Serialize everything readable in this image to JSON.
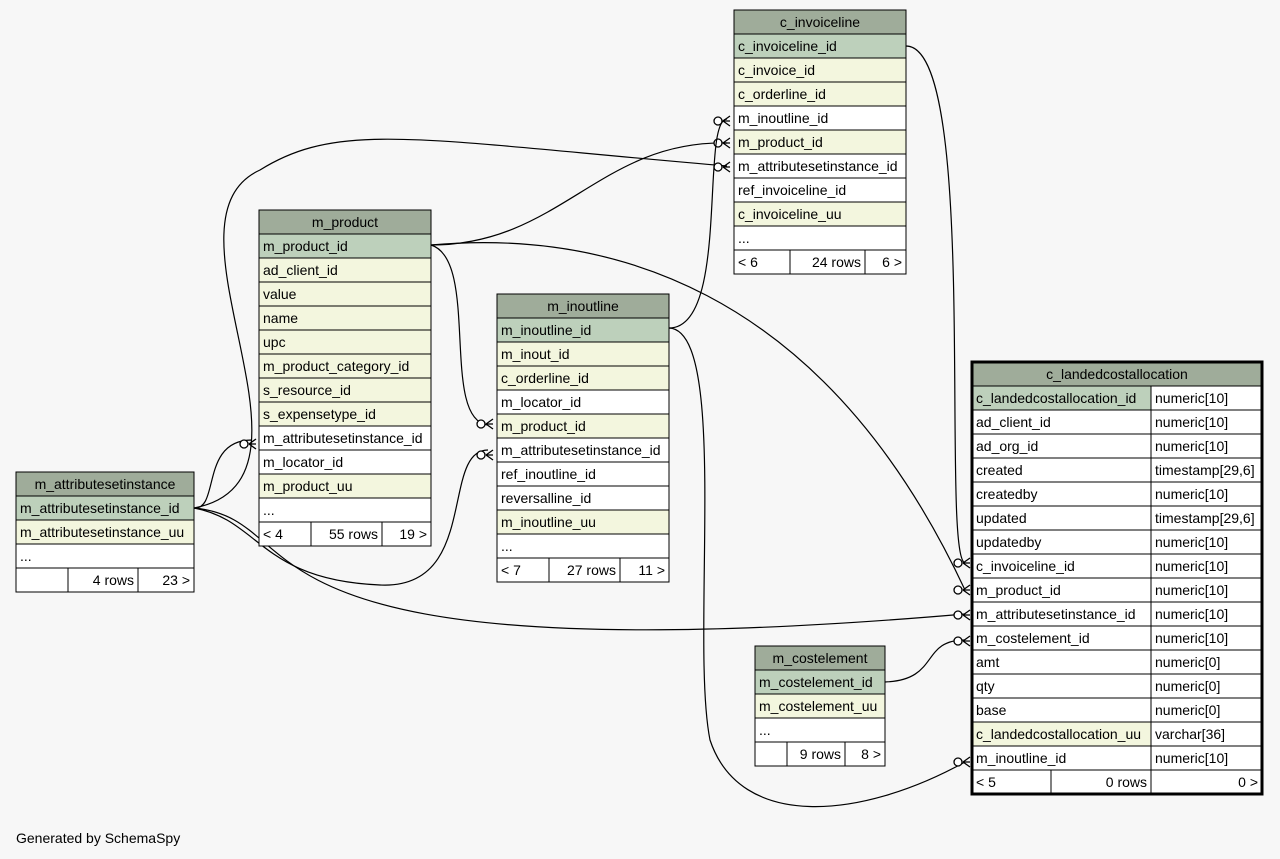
{
  "footer": "Generated by SchemaSpy",
  "colors": {
    "header": "#9fac9a",
    "pk": "#bdd0bb",
    "indexed": "#f3f6de",
    "plain": "#ffffff",
    "border": "#000000",
    "edge": "#000000",
    "background": "#f7f7f7"
  },
  "tables": [
    {
      "key": "c_invoiceline",
      "name": "c_invoiceline",
      "columns": [
        {
          "name": "c_invoiceline_id",
          "kind": "pk"
        },
        {
          "name": "c_invoice_id",
          "kind": "indexed"
        },
        {
          "name": "c_orderline_id",
          "kind": "indexed"
        },
        {
          "name": "m_inoutline_id",
          "kind": "plain"
        },
        {
          "name": "m_product_id",
          "kind": "indexed"
        },
        {
          "name": "m_attributesetinstance_id",
          "kind": "plain"
        },
        {
          "name": "ref_invoiceline_id",
          "kind": "plain"
        },
        {
          "name": "c_invoiceline_uu",
          "kind": "indexed"
        },
        {
          "name": "...",
          "kind": "plain"
        }
      ],
      "footer": {
        "parents": "< 6",
        "rows": "24 rows",
        "children": "6 >"
      }
    },
    {
      "key": "m_product",
      "name": "m_product",
      "columns": [
        {
          "name": "m_product_id",
          "kind": "pk"
        },
        {
          "name": "ad_client_id",
          "kind": "indexed"
        },
        {
          "name": "value",
          "kind": "indexed"
        },
        {
          "name": "name",
          "kind": "indexed"
        },
        {
          "name": "upc",
          "kind": "indexed"
        },
        {
          "name": "m_product_category_id",
          "kind": "indexed"
        },
        {
          "name": "s_resource_id",
          "kind": "indexed"
        },
        {
          "name": "s_expensetype_id",
          "kind": "indexed"
        },
        {
          "name": "m_attributesetinstance_id",
          "kind": "plain"
        },
        {
          "name": "m_locator_id",
          "kind": "plain"
        },
        {
          "name": "m_product_uu",
          "kind": "indexed"
        },
        {
          "name": "...",
          "kind": "plain"
        }
      ],
      "footer": {
        "parents": "< 4",
        "rows": "55 rows",
        "children": "19 >"
      }
    },
    {
      "key": "m_inoutline",
      "name": "m_inoutline",
      "columns": [
        {
          "name": "m_inoutline_id",
          "kind": "pk"
        },
        {
          "name": "m_inout_id",
          "kind": "indexed"
        },
        {
          "name": "c_orderline_id",
          "kind": "indexed"
        },
        {
          "name": "m_locator_id",
          "kind": "plain"
        },
        {
          "name": "m_product_id",
          "kind": "indexed"
        },
        {
          "name": "m_attributesetinstance_id",
          "kind": "plain"
        },
        {
          "name": "ref_inoutline_id",
          "kind": "plain"
        },
        {
          "name": "reversalline_id",
          "kind": "plain"
        },
        {
          "name": "m_inoutline_uu",
          "kind": "indexed"
        },
        {
          "name": "...",
          "kind": "plain"
        }
      ],
      "footer": {
        "parents": "< 7",
        "rows": "27 rows",
        "children": "11 >"
      }
    },
    {
      "key": "m_attributesetinstance",
      "name": "m_attributesetinstance",
      "columns": [
        {
          "name": "m_attributesetinstance_id",
          "kind": "pk"
        },
        {
          "name": "m_attributesetinstance_uu",
          "kind": "indexed"
        },
        {
          "name": "...",
          "kind": "plain"
        }
      ],
      "footer": {
        "parents": "",
        "rows": "4 rows",
        "children": "23 >"
      }
    },
    {
      "key": "m_costelement",
      "name": "m_costelement",
      "columns": [
        {
          "name": "m_costelement_id",
          "kind": "pk"
        },
        {
          "name": "m_costelement_uu",
          "kind": "indexed"
        },
        {
          "name": "...",
          "kind": "plain"
        }
      ],
      "footer": {
        "parents": "",
        "rows": "9 rows",
        "children": "8 >"
      }
    },
    {
      "key": "c_landedcostallocation",
      "name": "c_landedcostallocation",
      "focus": true,
      "columns": [
        {
          "name": "c_landedcostallocation_id",
          "type": "numeric[10]",
          "kind": "pk"
        },
        {
          "name": "ad_client_id",
          "type": "numeric[10]",
          "kind": "plain"
        },
        {
          "name": "ad_org_id",
          "type": "numeric[10]",
          "kind": "plain"
        },
        {
          "name": "created",
          "type": "timestamp[29,6]",
          "kind": "plain"
        },
        {
          "name": "createdby",
          "type": "numeric[10]",
          "kind": "plain"
        },
        {
          "name": "updated",
          "type": "timestamp[29,6]",
          "kind": "plain"
        },
        {
          "name": "updatedby",
          "type": "numeric[10]",
          "kind": "plain"
        },
        {
          "name": "c_invoiceline_id",
          "type": "numeric[10]",
          "kind": "plain"
        },
        {
          "name": "m_product_id",
          "type": "numeric[10]",
          "kind": "plain"
        },
        {
          "name": "m_attributesetinstance_id",
          "type": "numeric[10]",
          "kind": "plain"
        },
        {
          "name": "m_costelement_id",
          "type": "numeric[10]",
          "kind": "plain"
        },
        {
          "name": "amt",
          "type": "numeric[0]",
          "kind": "plain"
        },
        {
          "name": "qty",
          "type": "numeric[0]",
          "kind": "plain"
        },
        {
          "name": "base",
          "type": "numeric[0]",
          "kind": "plain"
        },
        {
          "name": "c_landedcostallocation_uu",
          "type": "varchar[36]",
          "kind": "indexed"
        },
        {
          "name": "m_inoutline_id",
          "type": "numeric[10]",
          "kind": "plain"
        }
      ],
      "footer": {
        "parents": "< 5",
        "rows": "0 rows",
        "children": "0 >"
      }
    }
  ],
  "relationships": [
    {
      "from": "c_invoiceline.c_invoiceline_id",
      "to": "c_landedcostallocation.c_invoiceline_id"
    },
    {
      "from": "m_product.m_product_id",
      "to": "c_landedcostallocation.m_product_id"
    },
    {
      "from": "m_product.m_product_id",
      "to": "c_invoiceline.m_product_id"
    },
    {
      "from": "m_product.m_product_id",
      "to": "m_inoutline.m_product_id"
    },
    {
      "from": "m_attributesetinstance.m_attributesetinstance_id",
      "to": "c_landedcostallocation.m_attributesetinstance_id"
    },
    {
      "from": "m_attributesetinstance.m_attributesetinstance_id",
      "to": "m_product.m_attributesetinstance_id"
    },
    {
      "from": "m_attributesetinstance.m_attributesetinstance_id",
      "to": "m_inoutline.m_attributesetinstance_id"
    },
    {
      "from": "m_attributesetinstance.m_attributesetinstance_id",
      "to": "c_invoiceline.m_attributesetinstance_id"
    },
    {
      "from": "m_inoutline.m_inoutline_id",
      "to": "c_invoiceline.m_inoutline_id"
    },
    {
      "from": "m_inoutline.m_inoutline_id",
      "to": "c_landedcostallocation.m_inoutline_id"
    },
    {
      "from": "m_costelement.m_costelement_id",
      "to": "c_landedcostallocation.m_costelement_id"
    }
  ]
}
